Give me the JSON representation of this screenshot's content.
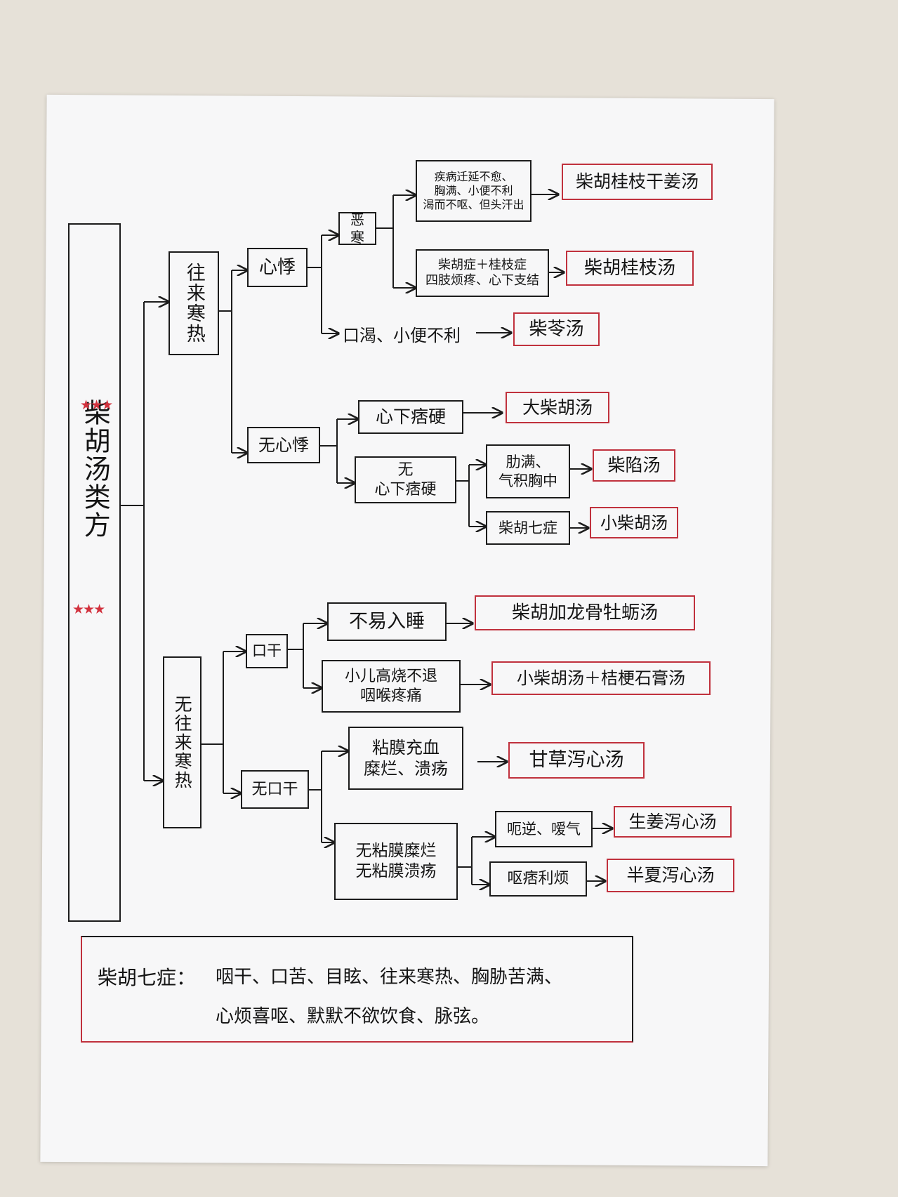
{
  "title": "柴胡汤类方",
  "rank_stars": "★★★",
  "level1": {
    "hot_cold": "往来寒热",
    "no_hot_cold": "无往来寒热"
  },
  "level2": {
    "palpitation": "心悸",
    "no_palpitation": "无心悸",
    "dry_mouth": "口干",
    "no_dry_mouth": "无口干"
  },
  "level3": {
    "aversion_cold": "恶寒",
    "thirst": "口渴、小便不利",
    "stuffiness": "心下痞硬",
    "no_stuffiness": "无\n心下痞硬",
    "insomnia": "不易入睡",
    "child_fever": "小儿高烧不退\n咽喉疼痛",
    "mucosa": "粘膜充血\n糜烂、溃疡",
    "no_mucosa": "无粘膜糜烂\n无粘膜溃疡"
  },
  "level4": {
    "symptom_a": "疾病迁延不愈、\n胸满、小便不利\n渴而不呕、但头汗出",
    "symptom_b": "柴胡症＋桂枝症\n四肢烦疼、心下支结",
    "chest_full": "肋满、\n气积胸中",
    "seven_symptoms": "柴胡七症",
    "vomit_belch": "呃逆、嗳气",
    "vomit_diarrhea": "呕痞利烦"
  },
  "formulas": {
    "f1": "柴胡桂枝干姜汤",
    "f2": "柴胡桂枝汤",
    "f3": "柴苓汤",
    "f4": "大柴胡汤",
    "f5": "柴陷汤",
    "f6": "小柴胡汤",
    "f7": "柴胡加龙骨牡蛎汤",
    "f8": "小柴胡汤＋桔梗石膏汤",
    "f9": "甘草泻心汤",
    "f10": "生姜泻心汤",
    "f11": "半夏泻心汤"
  },
  "note": {
    "label": "柴胡七症：",
    "line1": "咽干、口苦、目眩、往来寒热、胸胁苦满、",
    "line2": "心烦喜呕、默默不欲饮食、脉弦。"
  },
  "colors": {
    "ink": "#1c1c1c",
    "red_border": "#c0313d",
    "paper": "#f7f7f8",
    "table": "#e6e1d8"
  }
}
